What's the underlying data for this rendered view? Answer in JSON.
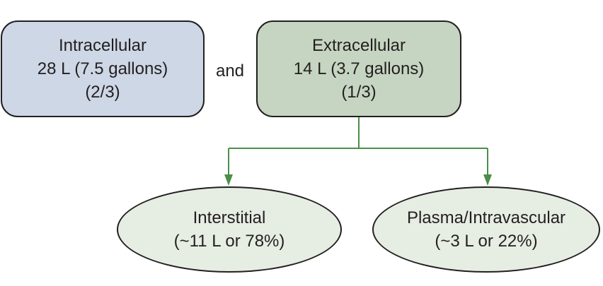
{
  "compartments": {
    "intracellular": {
      "name": "Intracellular",
      "volume": "28 L (7.5 gallons)",
      "fraction": "(2/3)"
    },
    "extracellular": {
      "name": "Extracellular",
      "volume": "14 L (3.7 gallons)",
      "fraction": "(1/3)"
    },
    "interstitial": {
      "name": "Interstitial",
      "detail": "(~11 L or 78%)"
    },
    "plasma": {
      "name": "Plasma/Intravascular",
      "detail": "(~3 L or 22%)"
    }
  },
  "conjunction": "and",
  "colors": {
    "intracellular_fill": "#cdd7e5",
    "extracellular_fill": "#c6d5c1",
    "subcompartment_fill": "#e6ede3",
    "connector": "#4a8f49",
    "outline": "#231f20"
  }
}
